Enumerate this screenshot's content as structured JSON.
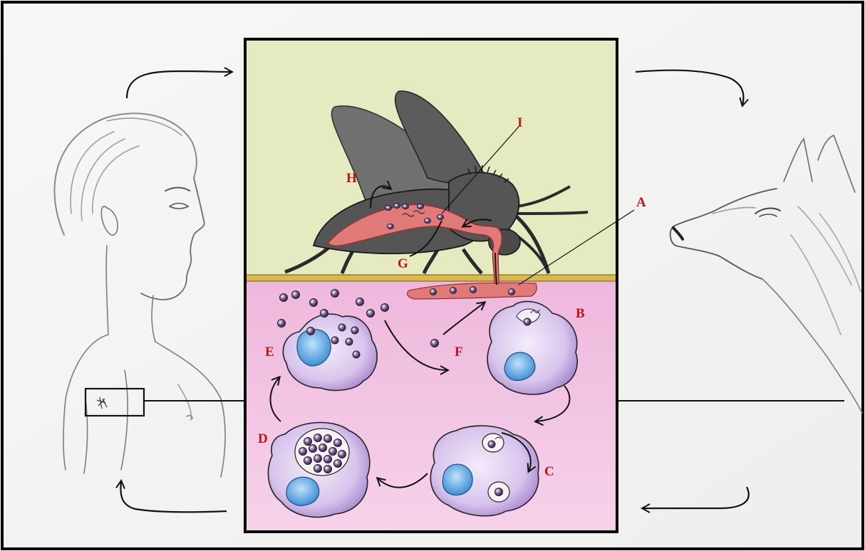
{
  "labels": {
    "A": "A",
    "B": "B",
    "C": "C",
    "D": "D",
    "E": "E",
    "F": "F",
    "G": "G",
    "H": "H",
    "I": "I"
  },
  "colors": {
    "mosquito_background": "#e6eac0",
    "skin_tissue": "#f2c6e0",
    "skin_surface": "#d9b94a",
    "blood_vessel": "#e07a78",
    "macrophage": "#cfb7e6",
    "nucleus": "#5aa7e0",
    "parasite": "#4a2a6a",
    "mosquito_body": "#5a5a5a",
    "label_text": "#c0141a"
  },
  "icons": [
    "human-figure-sketch",
    "wolf-head-sketch",
    "mosquito-icon",
    "skin-lesion-icon"
  ]
}
